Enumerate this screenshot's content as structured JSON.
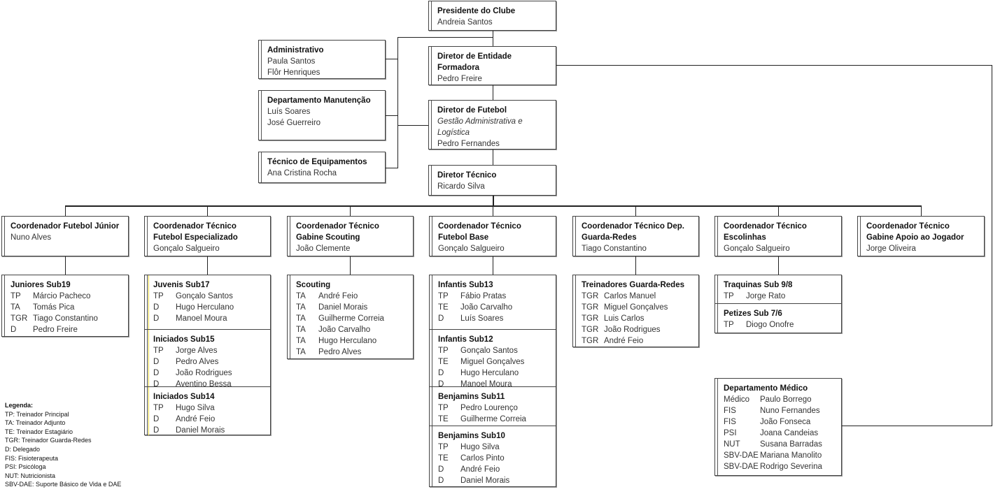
{
  "boxes": [
    {
      "id": "president",
      "title": "Presidente do Clube",
      "lines": [
        "Andreia Santos"
      ]
    },
    {
      "id": "entidade",
      "title": "Diretor de Entidade Formadora",
      "lines": [
        "Pedro Freire"
      ]
    },
    {
      "id": "futebol",
      "title": "Diretor de Futebol",
      "subtitle": "Gestão Administrativa e Logística",
      "lines": [
        "Pedro Fernandes"
      ]
    },
    {
      "id": "tecnico",
      "title": "Diretor Técnico",
      "lines": [
        "Ricardo Silva"
      ]
    },
    {
      "id": "admin",
      "title": "Administrativo",
      "lines": [
        "Paula Santos",
        "Flôr Henriques"
      ]
    },
    {
      "id": "manut",
      "title": "Departamento Manutenção",
      "lines": [
        "Luís Soares",
        "José Guerreiro"
      ]
    },
    {
      "id": "equip",
      "title": "Técnico de Equipamentos",
      "lines": [
        "Ana Cristina Rocha"
      ]
    },
    {
      "id": "c1",
      "title": "Coordenador Futebol Júnior",
      "lines": [
        "Nuno Alves"
      ]
    },
    {
      "id": "c2",
      "title": "Coordenador Técnico Futebol Especializado",
      "lines": [
        "Gonçalo Salgueiro"
      ]
    },
    {
      "id": "c3",
      "title": "Coordenador Técnico Gabine Scouting",
      "lines": [
        "João Clemente"
      ]
    },
    {
      "id": "c4",
      "title": "Coordenador Técnico Futebol Base",
      "lines": [
        "Gonçalo Salgueiro"
      ]
    },
    {
      "id": "c5",
      "title": "Coordenador Técnico Dep. Guarda-Redes",
      "lines": [
        "Tiago Constantino"
      ]
    },
    {
      "id": "c6",
      "title": "Coordenador Técnico Escolinhas",
      "lines": [
        "Gonçalo Salgueiro"
      ]
    },
    {
      "id": "c7",
      "title": "Coordenador Técnico Gabine Apoio ao Jogador",
      "lines": [
        "Jorge Oliveira"
      ]
    }
  ],
  "rosters": [
    {
      "id": "r1",
      "sections": [
        {
          "title": "Juniores Sub19",
          "members": [
            {
              "role": "TP",
              "name": "Márcio Pacheco"
            },
            {
              "role": "TA",
              "name": "Tomás Pica"
            },
            {
              "role": "TGR",
              "name": "Tiago Constantino"
            },
            {
              "role": "D",
              "name": "Pedro Freire"
            }
          ]
        }
      ]
    },
    {
      "id": "r2",
      "sections": [
        {
          "title": "Juvenis Sub17",
          "members": [
            {
              "role": "TP",
              "name": "Gonçalo Santos"
            },
            {
              "role": "D",
              "name": "Hugo Herculano"
            },
            {
              "role": "D",
              "name": "Manoel Moura"
            }
          ]
        },
        {
          "title": "Iniciados Sub15",
          "members": [
            {
              "role": "TP",
              "name": "Jorge Alves"
            },
            {
              "role": "D",
              "name": "Pedro Alves"
            },
            {
              "role": "D",
              "name": "João Rodrigues"
            },
            {
              "role": "D",
              "name": "Aventino Bessa"
            }
          ]
        },
        {
          "title": "Iniciados Sub14",
          "members": [
            {
              "role": "TP",
              "name": "Hugo Silva"
            },
            {
              "role": "D",
              "name": "André Feio"
            },
            {
              "role": "D",
              "name": "Daniel Morais"
            }
          ]
        }
      ]
    },
    {
      "id": "r3",
      "sections": [
        {
          "title": "Scouting",
          "members": [
            {
              "role": "TA",
              "name": "André Feio"
            },
            {
              "role": "TA",
              "name": "Daniel Morais"
            },
            {
              "role": "TA",
              "name": "Guilherme Correia"
            },
            {
              "role": "TA",
              "name": "João Carvalho"
            },
            {
              "role": "TA",
              "name": "Hugo Herculano"
            },
            {
              "role": "TA",
              "name": "Pedro Alves"
            }
          ]
        }
      ]
    },
    {
      "id": "r4",
      "sections": [
        {
          "title": "Infantis Sub13",
          "members": [
            {
              "role": "TP",
              "name": "Fábio Pratas"
            },
            {
              "role": "TE",
              "name": "João Carvalho"
            },
            {
              "role": "D",
              "name": "Luís Soares"
            }
          ]
        },
        {
          "title": "Infantis Sub12",
          "members": [
            {
              "role": "TP",
              "name": "Gonçalo Santos"
            },
            {
              "role": "TE",
              "name": "Miguel Gonçalves"
            },
            {
              "role": "D",
              "name": "Hugo Herculano"
            },
            {
              "role": "D",
              "name": "Manoel Moura"
            }
          ]
        },
        {
          "title": "Benjamins Sub11",
          "members": [
            {
              "role": "TP",
              "name": "Pedro Lourenço"
            },
            {
              "role": "TE",
              "name": "Guilherme Correia"
            }
          ]
        },
        {
          "title": "Benjamins Sub10",
          "members": [
            {
              "role": "TP",
              "name": "Hugo Silva"
            },
            {
              "role": "TE",
              "name": "Carlos Pinto"
            },
            {
              "role": "D",
              "name": "André Feio"
            },
            {
              "role": "D",
              "name": "Daniel Morais"
            }
          ]
        }
      ]
    },
    {
      "id": "r5",
      "sections": [
        {
          "title": "Treinadores Guarda-Redes",
          "members": [
            {
              "role": "TGR",
              "name": "Carlos Manuel"
            },
            {
              "role": "TGR",
              "name": "Miguel Gonçalves"
            },
            {
              "role": "TGR",
              "name": "Luis Carlos"
            },
            {
              "role": "TGR",
              "name": "João Rodrigues"
            },
            {
              "role": "TGR",
              "name": "André Feio"
            }
          ]
        }
      ]
    },
    {
      "id": "r6",
      "sections": [
        {
          "title": "Traquinas Sub 9/8",
          "members": [
            {
              "role": "TP",
              "name": "Jorge Rato"
            }
          ]
        },
        {
          "title": "Petizes Sub 7/6",
          "members": [
            {
              "role": "TP",
              "name": "Diogo Onofre"
            }
          ]
        }
      ]
    },
    {
      "id": "med",
      "sections": [
        {
          "title": "Departamento Médico",
          "members": [
            {
              "role": "Médico",
              "name": "Paulo Borrego"
            },
            {
              "role": "FIS",
              "name": "Nuno Fernandes"
            },
            {
              "role": "FIS",
              "name": "João Fonseca"
            },
            {
              "role": "PSI",
              "name": "Joana Candeias"
            },
            {
              "role": "NUT",
              "name": "Susana Barradas"
            },
            {
              "role": "SBV-DAE",
              "name": "Mariana Manolito"
            },
            {
              "role": "SBV-DAE",
              "name": "Rodrigo Severina"
            }
          ]
        }
      ]
    }
  ],
  "legend": {
    "title": "Legenda:",
    "items": [
      "TP: Treinador Principal",
      "TA: Treinador Adjunto",
      "TE: Treinador Estagiário",
      "TGR: Treinador Guarda-Redes",
      "D: Delegado",
      "FIS: Fisioterapeuta",
      "PSI: Psicóloga",
      "NUT: Nutricionista",
      "SBV-DAE: Suporte Básico de Vida e DAE"
    ]
  }
}
